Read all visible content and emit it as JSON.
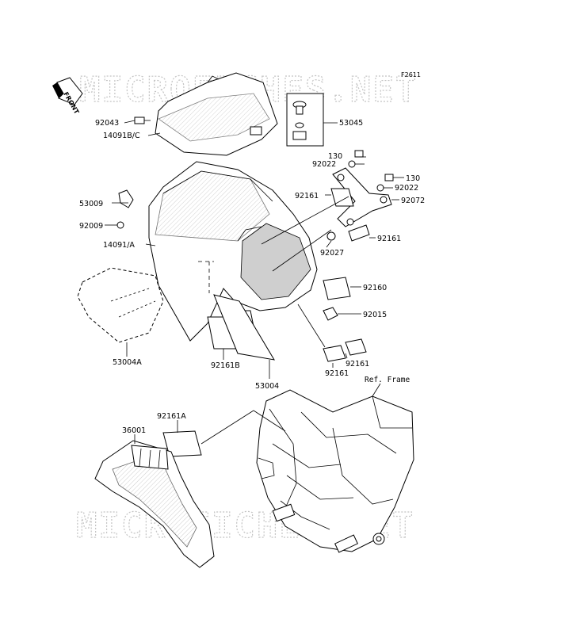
{
  "figure_code": "F2611",
  "front_label": "FRONT",
  "watermarks": [
    "MICROFICHES.NET",
    "MICROFICHES.NET"
  ],
  "ref_label": "Ref. Frame",
  "part_labels": {
    "p92043": "92043",
    "p14091bc": "14091B/C",
    "p53045": "53045",
    "p130a": "130",
    "p92022a": "92022",
    "p130b": "130",
    "p92022b": "92022",
    "p92072": "92072",
    "p92161a": "92161",
    "p92161b": "92161",
    "p53009": "53009",
    "p92009": "92009",
    "p14091a": "14091/A",
    "p92027": "92027",
    "p92160": "92160",
    "p92015": "92015",
    "p53004a": "53004A",
    "p92161bb": "92161B",
    "p53004": "53004",
    "p92161c": "92161",
    "p92161d": "92161",
    "p92161aa": "92161A",
    "p36001": "36001"
  }
}
